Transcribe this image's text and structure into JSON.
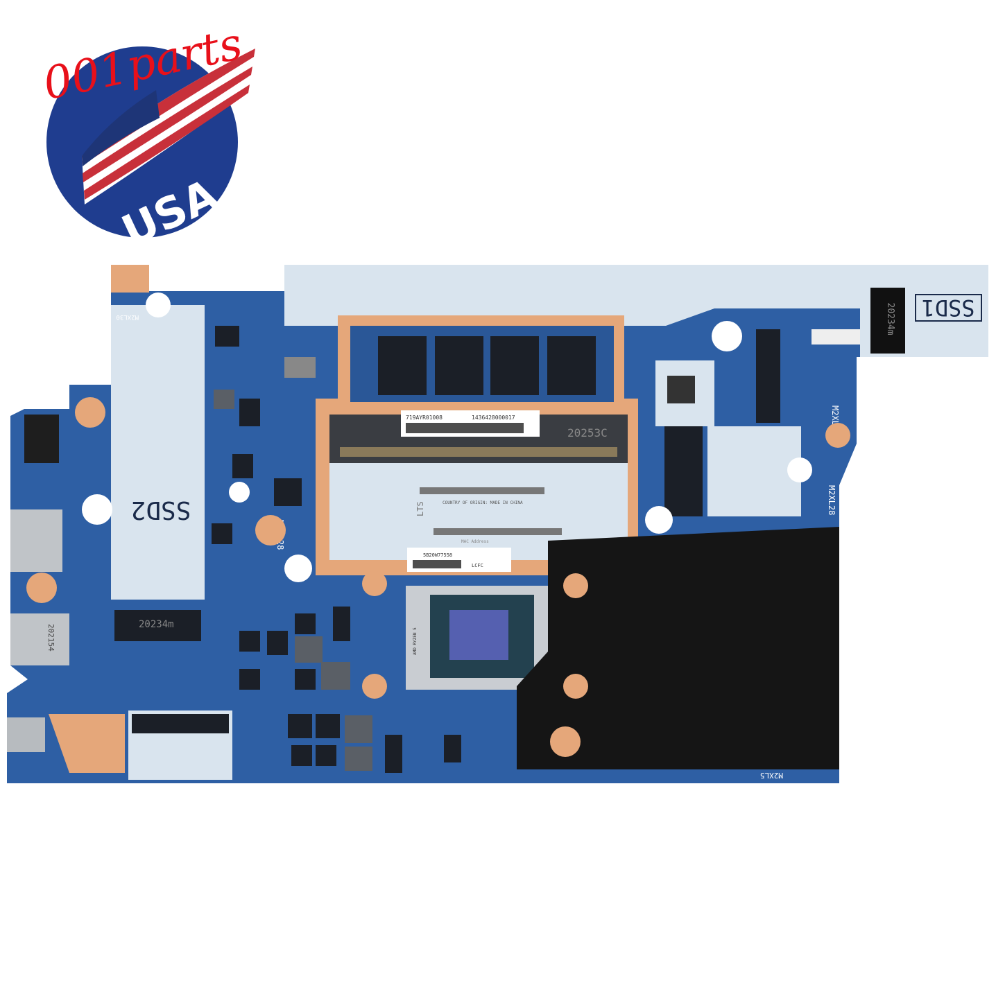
{
  "logo": {
    "brand": "001parts",
    "country": "USA",
    "colors": {
      "brand_red": "#e8101a",
      "circle_blue": "#1f3d8f",
      "flag_red": "#c8303a",
      "flag_blue": "#1e3577"
    }
  },
  "board": {
    "colors": {
      "pcb_blue": "#2e5fa4",
      "shield_silver": "#d9e4ee",
      "copper_pad": "#e5a77a",
      "cpu_die": "#5560b0",
      "heatsink_black": "#151515"
    },
    "labels": {
      "ssd1": "SSD1",
      "ssd2": "SSD2",
      "ram_slot_code": "20253C",
      "m2_slot_code_1": "20234m",
      "m2_slot_code_2": "20234m",
      "usb_code": "202154",
      "m2_screw_1": "M2XL28",
      "m2_screw_2": "M2XL28",
      "m2_screw_3": "M2XL28",
      "m2_screw_4": "M2XL30",
      "m2_screw_5": "M2XL5",
      "lts": "LTS",
      "barcode_top_left": "719AYR01008",
      "barcode_top_right": "1436428000017",
      "origin": "COUNTRY OF ORIGIN: MADE IN CHINA",
      "mac": "MAC Address",
      "cpu_brand": "AMD RYZEN 5",
      "bottom_label": "5B20W77558",
      "lcfc": "LCFC"
    }
  }
}
